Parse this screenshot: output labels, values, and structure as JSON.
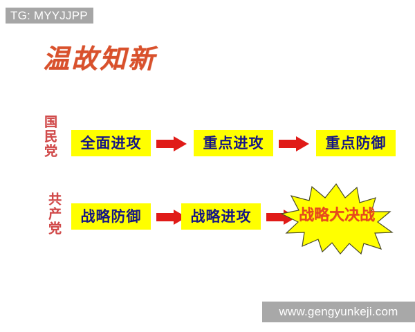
{
  "badge": {
    "text": "TG: MYYJJPP"
  },
  "title": {
    "text": "温故知新"
  },
  "watermark": {
    "text": "www.gengyunkeji.com"
  },
  "colors": {
    "background": "#ffffff",
    "highlight_yellow": "#ffff00",
    "stage_text_blue": "#151585",
    "arrow_red": "#e01b18",
    "label_red": "#d14a4a",
    "title_red": "#d9512c",
    "burst_text_orange": "#e8471e",
    "badge_gray": "#a6a6a6",
    "watermark_gray": "#a8a8a8"
  },
  "diagram": {
    "rows": [
      {
        "id": "kmt",
        "party_label": "国民党",
        "stages": [
          {
            "label": "全面进攻"
          },
          {
            "label": "重点进攻"
          },
          {
            "label": "重点防御"
          }
        ],
        "arrows": [
          "arrow-right-icon",
          "arrow-right-icon"
        ]
      },
      {
        "id": "cpc",
        "party_label": "共产党",
        "stages": [
          {
            "label": "战略防御"
          },
          {
            "label": "战略进攻"
          }
        ],
        "arrows": [
          "arrow-right-icon",
          "arrow-right-icon"
        ],
        "burst": {
          "label": "战略大决战",
          "shape": "starburst-icon"
        }
      }
    ]
  }
}
